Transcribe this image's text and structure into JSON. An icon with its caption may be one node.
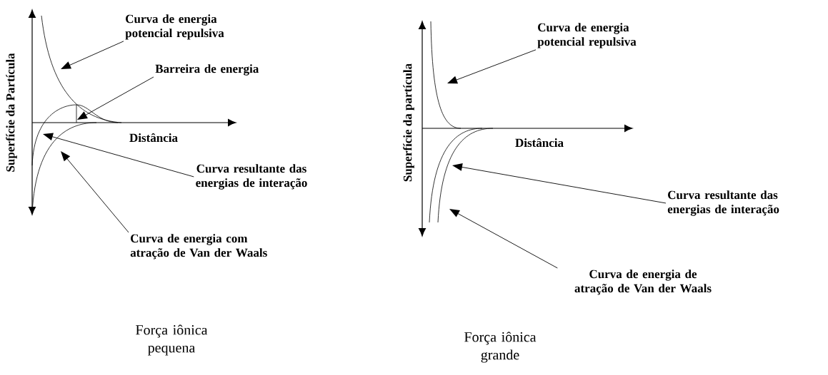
{
  "diagram": {
    "nodes": [
      {
        "text": [
          "Curva de energia potencial repulsiva"
        ]
      },
      {
        "text": [
          "Barreira de energia"
        ]
      },
      {
        "text": [
          "Curva resultante das energias de interação"
        ]
      },
      {
        "text": [
          "Curva de energia com atração de Van der Waals"
        ]
      },
      {
        "text": [
          "Curva de energia potencial repulsiva"
        ]
      },
      {
        "text": [
          "Curva resultante das energias de interação"
        ]
      },
      {
        "text": [
          "Curva de energia de atração de Van der Waals"
        ]
      },
      {
        "text": [],
        "shape": "curve"
      },
      {
        "text": [],
        "shape": "line"
      },
      {
        "text": [],
        "shape": "curve"
      },
      {
        "text": [],
        "shape": "curve"
      },
      {
        "text": [],
        "shape": "curve"
      },
      {
        "text": [],
        "shape": "curve"
      },
      {
        "text": [],
        "shape": "curve"
      }
    ],
    "edges": [
      {
        "from": 0,
        "to": 7,
        "arrow": "to"
      },
      {
        "from": 1,
        "to": 8,
        "arrow": "to"
      },
      {
        "from": 2,
        "to": 9,
        "arrow": "to"
      },
      {
        "from": 3,
        "to": 10,
        "arrow": "to"
      },
      {
        "from": 4,
        "to": 11,
        "arrow": "to"
      },
      {
        "from": 5,
        "to": 12,
        "arrow": "to"
      },
      {
        "from": 6,
        "to": 13,
        "arrow": "to"
      }
    ],
    "labels": [
      "Superfície da Partícula",
      "Distância",
      "Superfície da partícula",
      "Distância",
      "Força iônica pequena",
      "Força iônica grande"
    ]
  }
}
